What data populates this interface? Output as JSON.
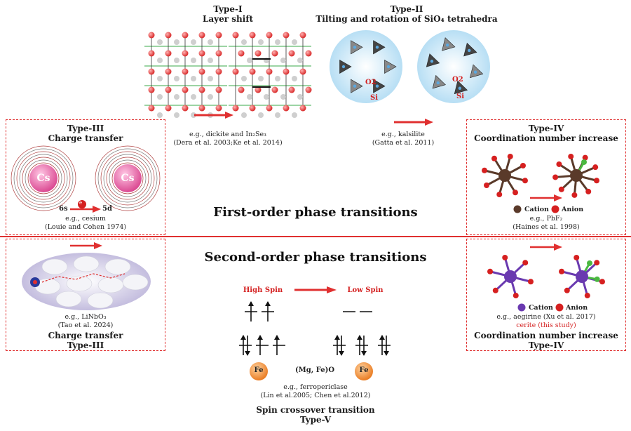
{
  "type1": {
    "title": "Type-I",
    "subtitle": "Layer shift",
    "example": "e.g., dickite and In₂Se₃",
    "refs": "(Dera et al. 2003;Ke et al. 2014)"
  },
  "type2": {
    "title": "Type-II",
    "subtitle": "Tilting and rotation of SiO₄ tetrahedra",
    "label_o2": "O2",
    "label_si": "Si",
    "example": "e.g., kalsilite",
    "refs": "(Gatta et al. 2011)"
  },
  "type3_top": {
    "title": "Type-III",
    "subtitle": "Charge  transfer",
    "atom": "Cs",
    "label_6s": "6s",
    "label_5d": "5d",
    "electron": "e",
    "example": "e.g.,  cesium",
    "refs": "(Louie and Cohen 1974)"
  },
  "type4_top": {
    "title": "Type-IV",
    "subtitle": "Coordination number increase",
    "legend_cation": "Cation",
    "legend_anion": "Anion",
    "example": "e.g., PbF₂",
    "refs": "(Haines et al. 1998)"
  },
  "first_order": "First-order phase transitions",
  "second_order": "Second-order phase transitions",
  "type3_bottom": {
    "example": "e.g., LiNbO₃",
    "refs": "(Tao et al. 2024)",
    "subtitle": "Charge  transfer",
    "title": "Type-III"
  },
  "type5": {
    "high_spin": "High Spin",
    "low_spin": "Low Spin",
    "atom": "Fe",
    "formula": "(Mg, Fe)O",
    "example": "e.g., ferropericlase",
    "refs": "(Lin et al.2005; Chen et al.2012)",
    "subtitle": "Spin crossover transition",
    "title": "Type-V"
  },
  "type4_bottom": {
    "legend_cation": "Cation",
    "legend_anion": "Anion",
    "example": "e.g., aegirine (Xu et al. 2017)",
    "highlight": "cerite (this study)",
    "subtitle": "Coordination number increase",
    "title": "Type-IV"
  },
  "colors": {
    "accent": "#e03030",
    "cs": "#e0509a",
    "fe": "#f08a2a",
    "cation_brown": "#5a3a2a",
    "cation_purple": "#6a3ab0",
    "anion": "#d62020",
    "green": "#4ab840"
  }
}
